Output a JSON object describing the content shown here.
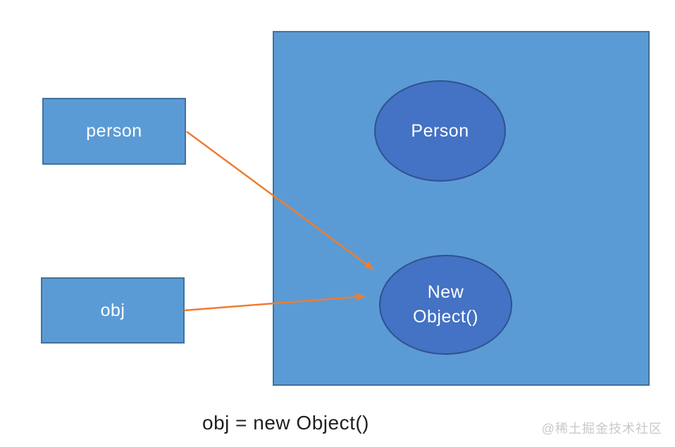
{
  "colors": {
    "page_bg": "#FFFFFF",
    "heap_fill": "#5B9BD5",
    "heap_border": "#41719C",
    "var_fill": "#5B9BD5",
    "var_border": "#41719C",
    "ellipse_fill": "#4472C4",
    "ellipse_border": "#2F528F",
    "arrow": "#ED7D31",
    "shape_text": "#FFFFFF",
    "caption_text": "#1F1F1F",
    "watermark_text": "#C9C9C9"
  },
  "diagram": {
    "variables": [
      {
        "label": "person"
      },
      {
        "label": "obj"
      }
    ],
    "heap": {
      "objects": [
        {
          "label": "Person",
          "lines": [
            "Person"
          ]
        },
        {
          "label": "New Object()",
          "lines": [
            "New",
            "Object()"
          ]
        }
      ]
    },
    "arrows": [
      {
        "from": "person",
        "to": "New Object()"
      },
      {
        "from": "obj",
        "to": "New Object()"
      }
    ],
    "caption": "obj = new Object()",
    "watermark": "@稀土掘金技术社区"
  }
}
